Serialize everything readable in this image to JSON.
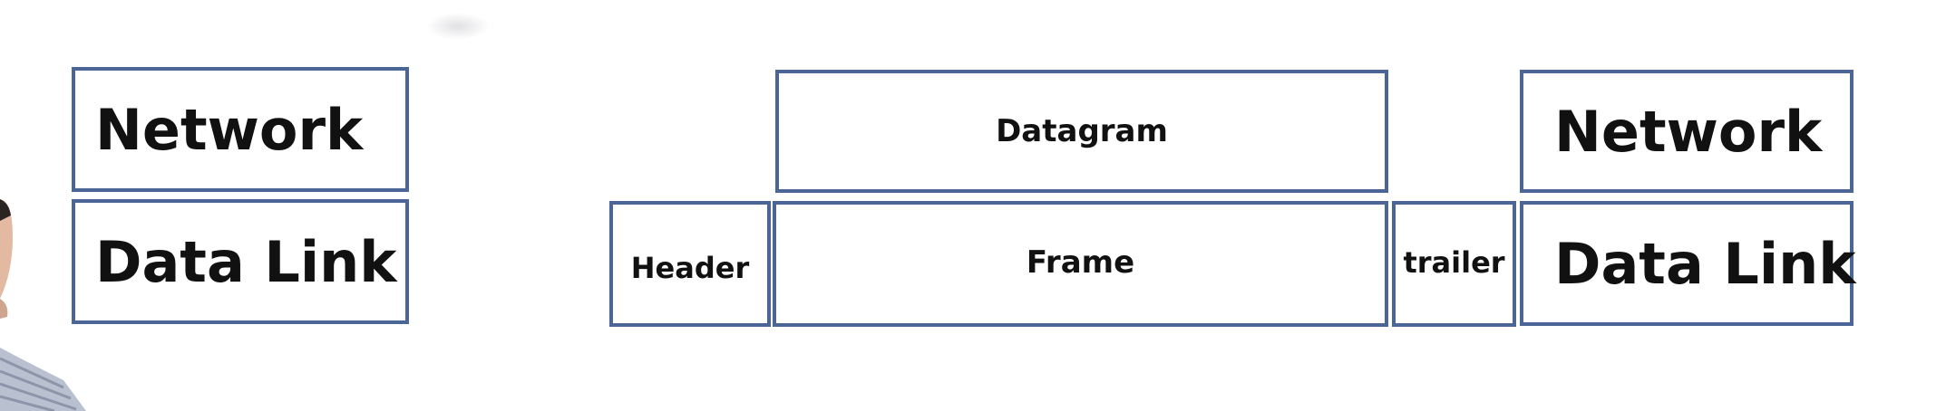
{
  "left_stack": {
    "network_label": "Network",
    "datalink_label": "Data Link"
  },
  "encapsulation": {
    "datagram_label": "Datagram",
    "header_label": "Header",
    "frame_label": "Frame",
    "trailer_label": "trailer"
  },
  "right_stack": {
    "network_label": "Network",
    "datalink_label": "Data Link"
  },
  "colors": {
    "box_border": "#4a6596",
    "text": "#111111",
    "background": "#ffffff"
  }
}
